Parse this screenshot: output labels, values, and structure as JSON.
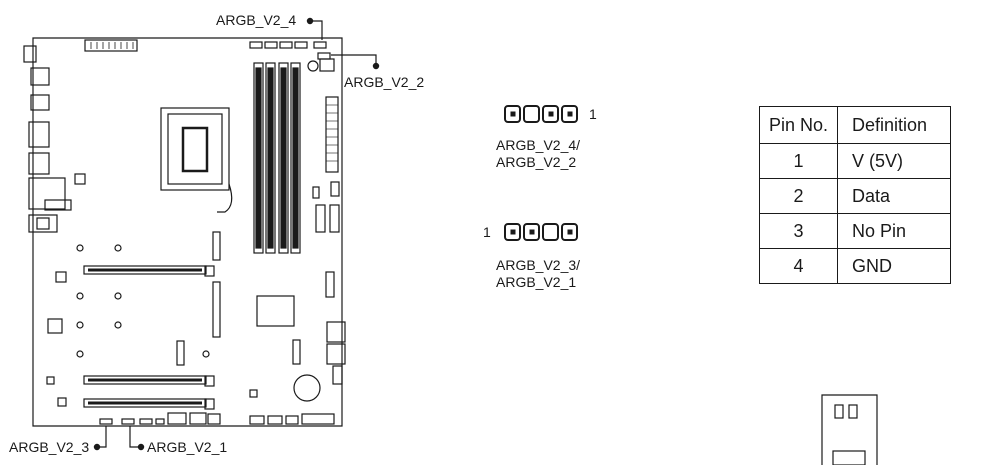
{
  "labels": {
    "top_connector": "ARGB_V2_4",
    "right_connector": "ARGB_V2_2",
    "bottom_left_connector": "ARGB_V2_3",
    "bottom_right_connector": "ARGB_V2_1"
  },
  "connector_top": {
    "pin1_marker": "1",
    "caption": "ARGB_V2_4/\nARGB_V2_2",
    "pins": [
      {
        "pin": 4,
        "filled": true
      },
      {
        "pin": 3,
        "filled": false
      },
      {
        "pin": 2,
        "filled": true
      },
      {
        "pin": 1,
        "filled": true
      }
    ]
  },
  "connector_bottom": {
    "pin1_marker": "1",
    "caption": "ARGB_V2_3/\nARGB_V2_1",
    "pins": [
      {
        "pin": 1,
        "filled": true
      },
      {
        "pin": 2,
        "filled": true
      },
      {
        "pin": 3,
        "filled": false
      },
      {
        "pin": 4,
        "filled": true
      }
    ]
  },
  "pin_table": {
    "headers": [
      "Pin No.",
      "Definition"
    ],
    "rows": [
      [
        "1",
        "V (5V)"
      ],
      [
        "2",
        "Data"
      ],
      [
        "3",
        "No Pin"
      ],
      [
        "4",
        "GND"
      ]
    ]
  },
  "colors": {
    "line": "#1a1a1a",
    "background": "#ffffff"
  }
}
